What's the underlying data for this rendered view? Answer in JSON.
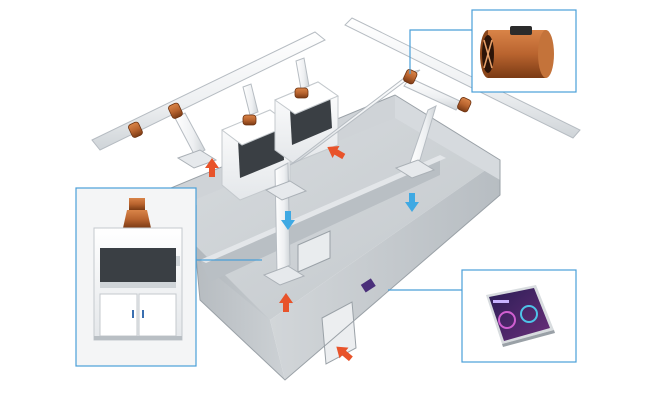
{
  "colors": {
    "background": "#ffffff",
    "duct": "#f4f5f6",
    "duct_shade": "#c9ced3",
    "damper": "#b9642f",
    "damper_dark": "#7a3a14",
    "supply_arrow": "#3fa9e3",
    "exhaust_arrow": "#e8532a",
    "callout": "#4a9fd8",
    "room_wall": "#b6bcc1",
    "room_floor": "#9ea5ab",
    "hood_body": "#f7f7f7",
    "panel_screen": "#3b2a6b"
  },
  "icons": {
    "exhaust": "arrow-up-icon",
    "supply": "arrow-down-icon",
    "damper": "valve-icon",
    "controller": "tablet-icon"
  },
  "components": {
    "fume_hood_count": 2,
    "exhaust_points": 4,
    "supply_points": 2,
    "callouts": [
      "airflow-damper",
      "fume-hood",
      "control-panel"
    ]
  }
}
